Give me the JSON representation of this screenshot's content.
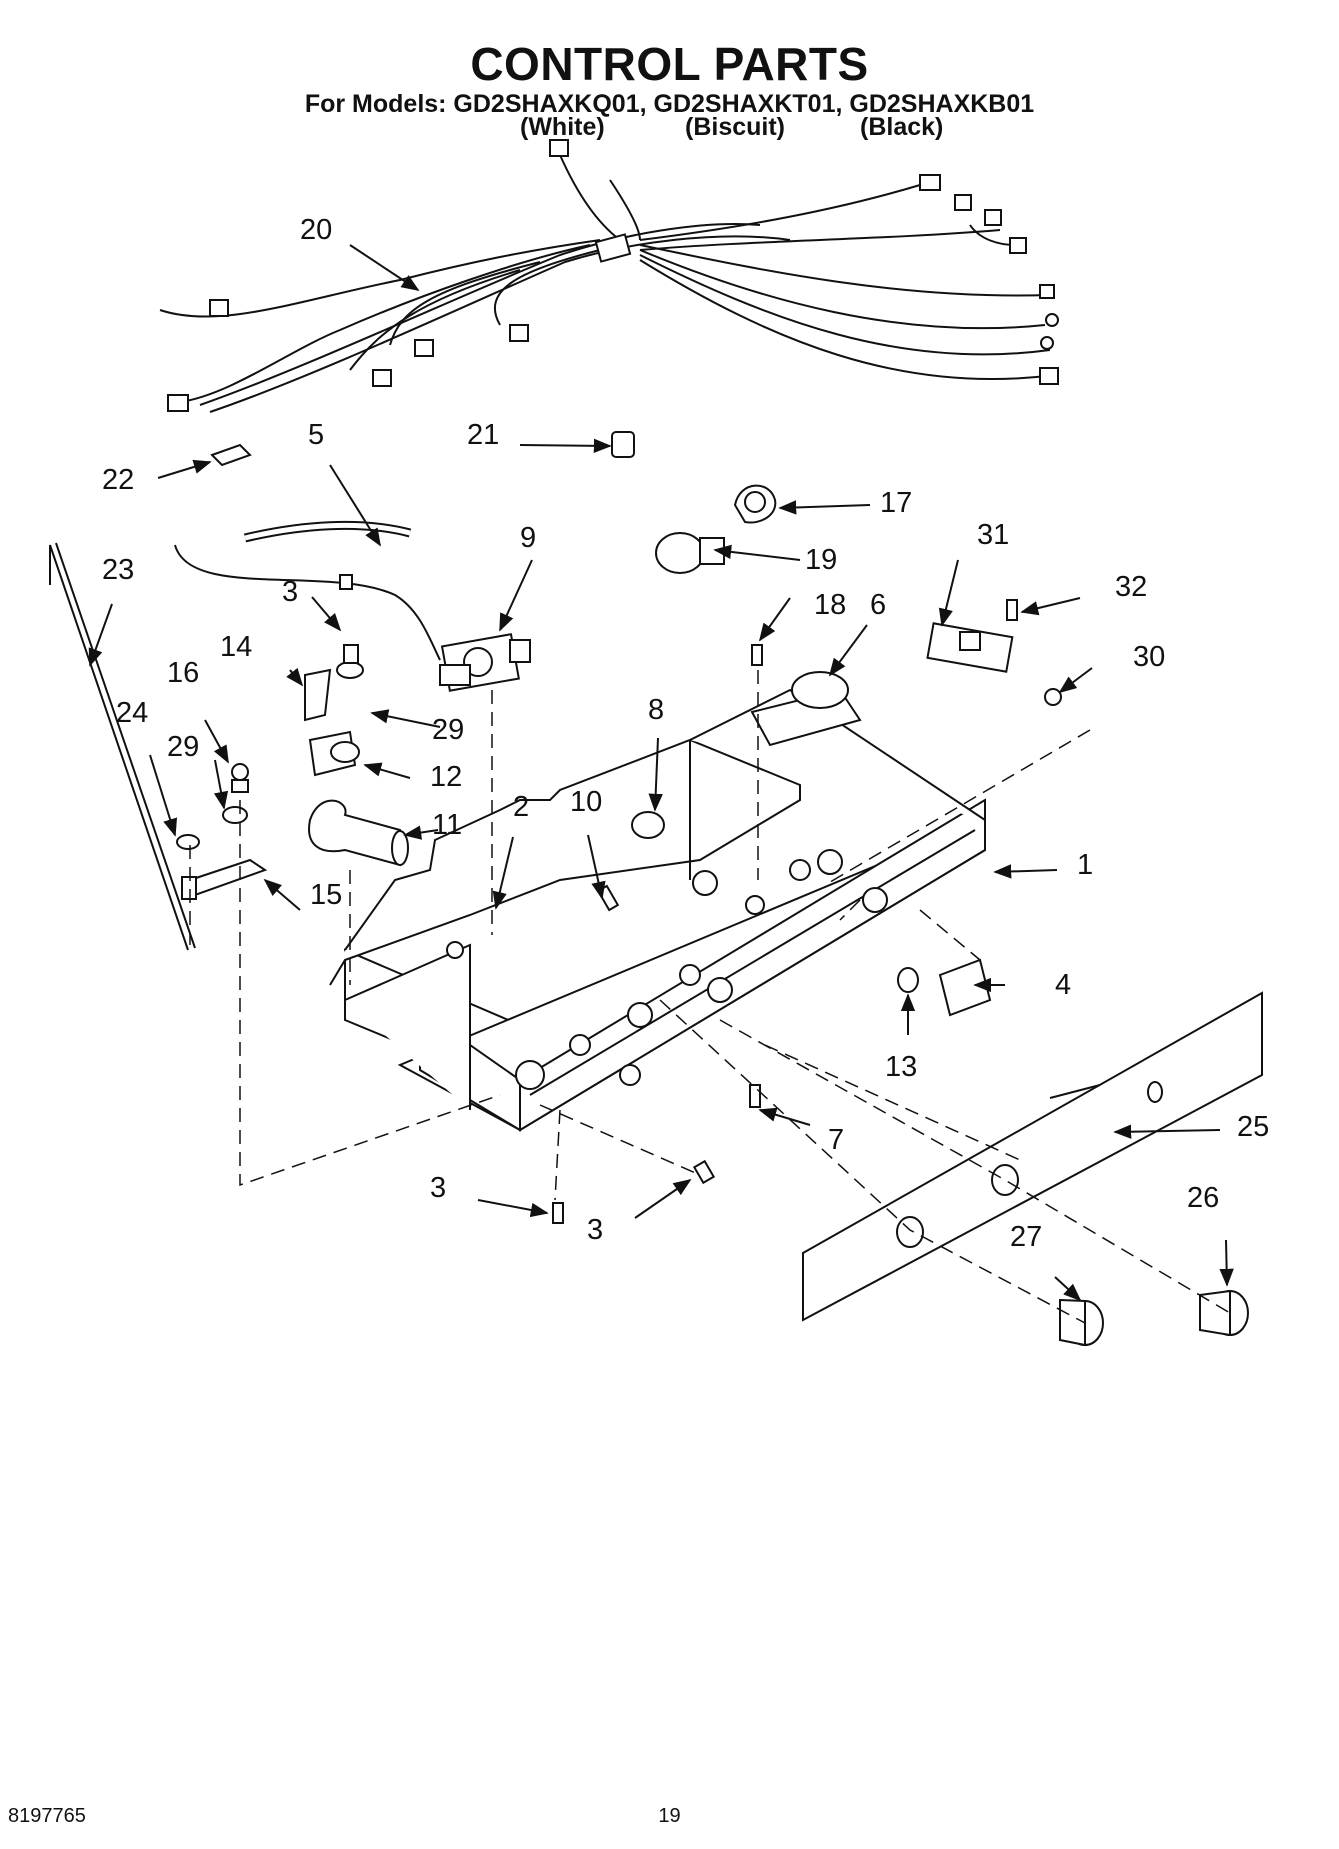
{
  "header": {
    "title": "CONTROL PARTS",
    "models": "For Models: GD2SHAXKQ01, GD2SHAXKT01, GD2SHAXKB01",
    "color_white": "(White)",
    "color_biscuit": "(Biscuit)",
    "color_black": "(Black)"
  },
  "callouts": {
    "c1": "1",
    "c2": "2",
    "c3a": "3",
    "c3b": "3",
    "c3c": "3",
    "c4": "4",
    "c5": "5",
    "c6": "6",
    "c7": "7",
    "c8": "8",
    "c9": "9",
    "c10": "10",
    "c11": "11",
    "c12": "12",
    "c13": "13",
    "c14": "14",
    "c15": "15",
    "c16": "16",
    "c17": "17",
    "c18": "18",
    "c19": "19",
    "c20": "20",
    "c21": "21",
    "c22": "22",
    "c23": "23",
    "c24": "24",
    "c25": "25",
    "c26": "26",
    "c27": "27",
    "c29a": "29",
    "c29b": "29",
    "c30": "30",
    "c31": "31",
    "c32": "32"
  },
  "footer": {
    "doc_number": "8197765",
    "page_number": "19"
  }
}
